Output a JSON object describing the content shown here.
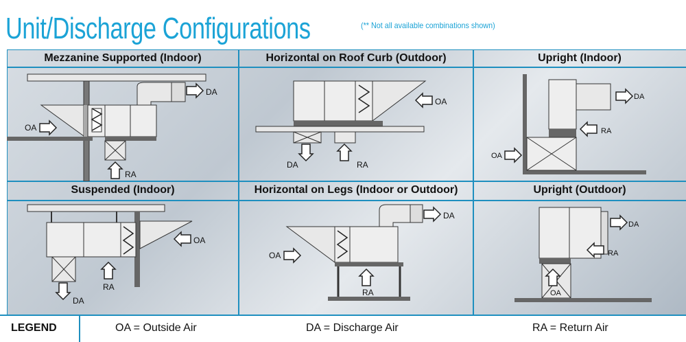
{
  "title": "Unit/Discharge Configurations",
  "title_note": "(** Not all available combinations shown)",
  "colors": {
    "title_blue": "#1ba3d6",
    "frame_blue": "#1e8fbf"
  },
  "panels": [
    {
      "title": "Mezzanine Supported (Indoor)",
      "labels": {
        "oa": "OA",
        "da": "DA",
        "ra": "RA"
      }
    },
    {
      "title": "Horizontal on Roof Curb (Outdoor)",
      "labels": {
        "oa": "OA",
        "da": "DA",
        "ra": "RA"
      }
    },
    {
      "title": "Upright (Indoor)",
      "labels": {
        "oa": "OA",
        "da": "DA",
        "ra": "RA"
      }
    },
    {
      "title": "Suspended (Indoor)",
      "labels": {
        "oa": "OA",
        "da": "DA",
        "ra": "RA"
      }
    },
    {
      "title": "Horizontal on Legs (Indoor or Outdoor)",
      "labels": {
        "oa": "OA",
        "da": "DA",
        "ra": "RA"
      }
    },
    {
      "title": "Upright (Outdoor)",
      "labels": {
        "oa": "OA",
        "da": "DA",
        "ra": "RA"
      }
    }
  ],
  "legend": {
    "label": "LEGEND",
    "items": [
      "OA = Outside Air",
      "DA = Discharge Air",
      "RA = Return Air"
    ]
  }
}
